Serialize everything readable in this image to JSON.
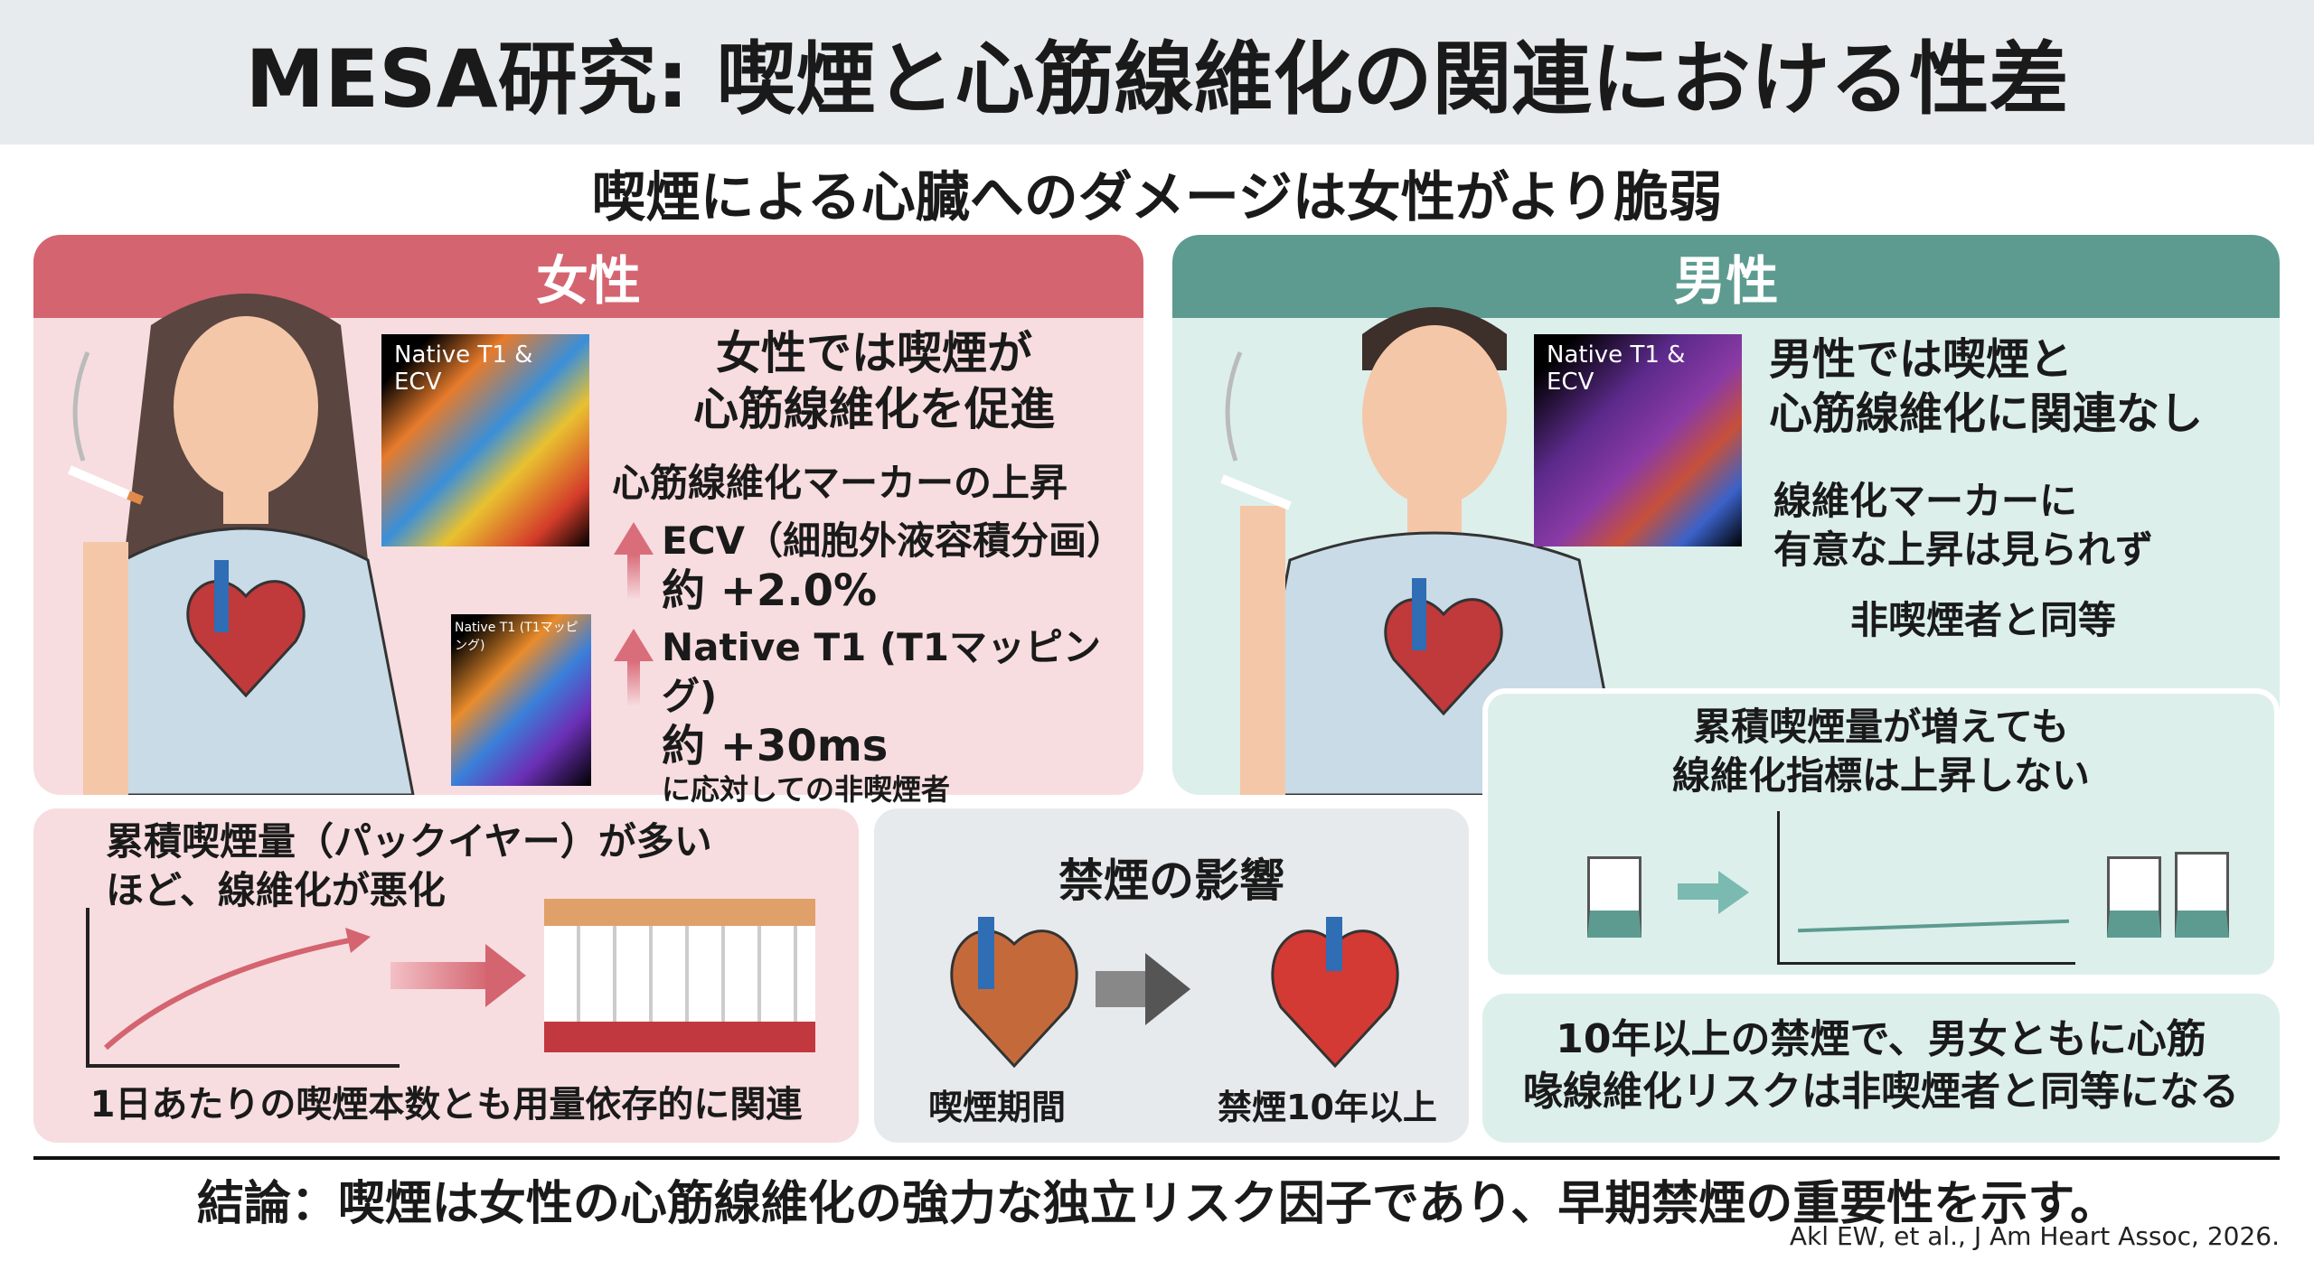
{
  "title": "MESA研究: 喫煙と心筋線維化の関連における性差",
  "subtitle": "喫煙による心臓へのダメージは女性がより脆弱",
  "women": {
    "header": "女性",
    "headline": [
      "女性では喫煙が",
      "心筋線維化を促進"
    ],
    "mri_main_label": "Native T1 & ECV",
    "mri_small_label": "Native T1 (T1マッピング)",
    "markers_title": "心筋線維化マーカーの上昇",
    "ecv_label": "ECV（細胞外液容積分画）",
    "ecv_value": "約 +2.0%",
    "t1_label": "Native T1 (T1マッピング)",
    "t1_value": "約 +30ms",
    "note": "に応対しての非喫煙者"
  },
  "men": {
    "header": "男性",
    "headline": [
      "男性では喫煙と",
      "心筋線維化に関連なし"
    ],
    "mri_main_label": "Native T1 & ECV",
    "markers": [
      "線維化マーカーに",
      "有意な上昇は見られず"
    ],
    "equal": "非喫煙者と同等",
    "cumulative": [
      "累積喫煙量が増えても",
      "線維化指標は上昇しない"
    ]
  },
  "cumulative_women": {
    "title": [
      "累積喫煙量（パックイヤー）が多い",
      "ほど、線維化が悪化"
    ],
    "footer": "1日あたりの喫煙本数とも用量依存的に関連"
  },
  "quit": {
    "title": "禁煙の影響",
    "left_label": "喫煙期間",
    "right_label": "禁煙10年以上"
  },
  "ten_years": [
    "10年以上の禁煙で、男女ともに心筋",
    "喙線維化リスクは非喫煙者と同等になる"
  ],
  "conclusion": "結論：喫煙は女性の心筋線維化の強力な独立リスク因子であり、早期禁煙の重要性を示す。",
  "citation": "Akl EW, et al., J Am Heart Assoc, 2026.",
  "colors": {
    "women": "#d4646f",
    "men": "#5d9b90",
    "women_bg": "#f7dde0",
    "men_bg": "#dcefeb"
  }
}
